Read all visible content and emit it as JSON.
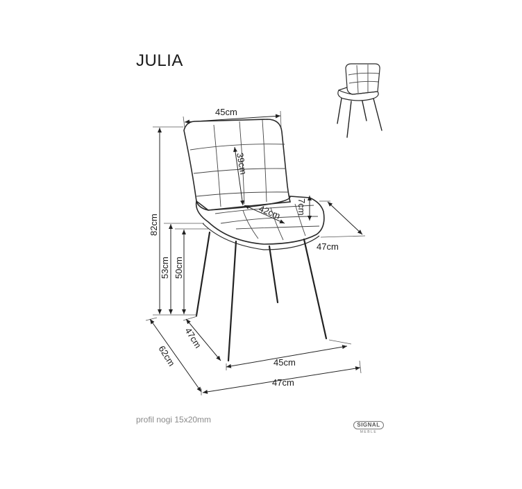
{
  "title": "JULIA",
  "note": "profil nogi 15x20mm",
  "logo": {
    "mark": "SIGNAL",
    "sub": "MEBLE"
  },
  "dimensions": {
    "backrest_width": "45cm",
    "backrest_height": "39cm",
    "seat_depth": "42cm",
    "seat_thickness": "7cm",
    "seat_width": "47cm",
    "total_height": "82cm",
    "seat_height": "53cm",
    "seat_height_front": "50cm",
    "base_depth": "47cm",
    "total_depth": "62cm",
    "base_width": "45cm",
    "total_width": "47cm"
  }
}
